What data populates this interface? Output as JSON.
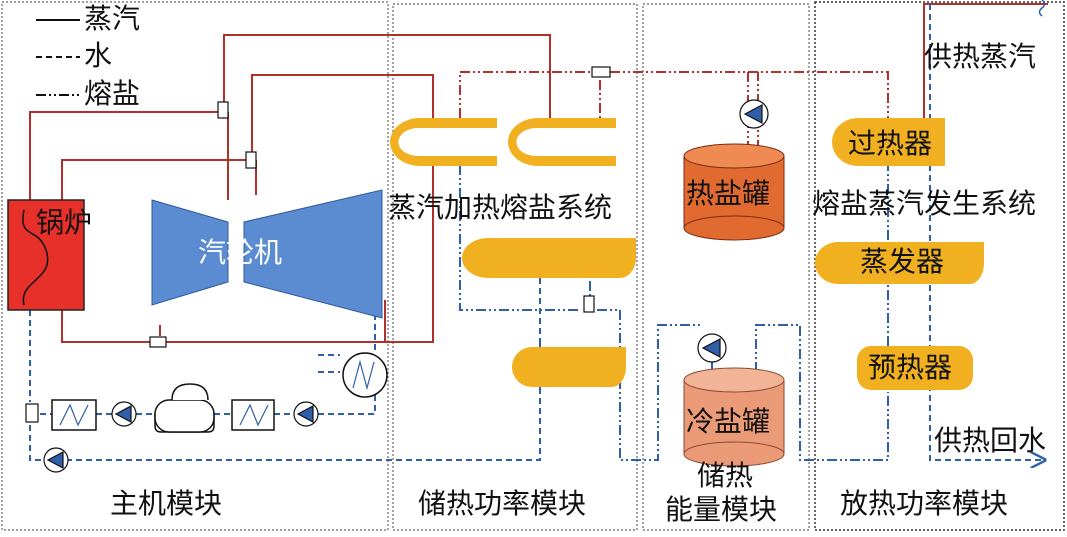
{
  "legend": {
    "steam": "蒸汽",
    "water": "水",
    "molten_salt": "熔盐"
  },
  "modules": {
    "host": "主机模块",
    "storage_power": "储热功率模块",
    "storage_energy_line1": "储热",
    "storage_energy_line2": "能量模块",
    "release_power": "放热功率模块"
  },
  "components": {
    "boiler": "锅炉",
    "turbine": "汽轮机",
    "steam_heating_system": "蒸汽加热熔盐系统",
    "hot_salt_tank": "热盐罐",
    "cold_salt_tank": "冷盐罐",
    "superheater": "过热器",
    "salt_steam_gen_system": "熔盐蒸汽发生系统",
    "evaporator": "蒸发器",
    "preheater": "预热器",
    "heat_supply_steam": "供热蒸汽",
    "heat_supply_return": "供热回水"
  },
  "colors": {
    "steam_line": "#b0302a",
    "water_line": "#2f5fa8",
    "salt_line": "#b0302a",
    "boiler": "#e8302a",
    "turbine": "#5b8bd0",
    "exchanger": "#f0b020",
    "hot_tank": "#e06a30",
    "cold_tank": "#eb9a78"
  }
}
